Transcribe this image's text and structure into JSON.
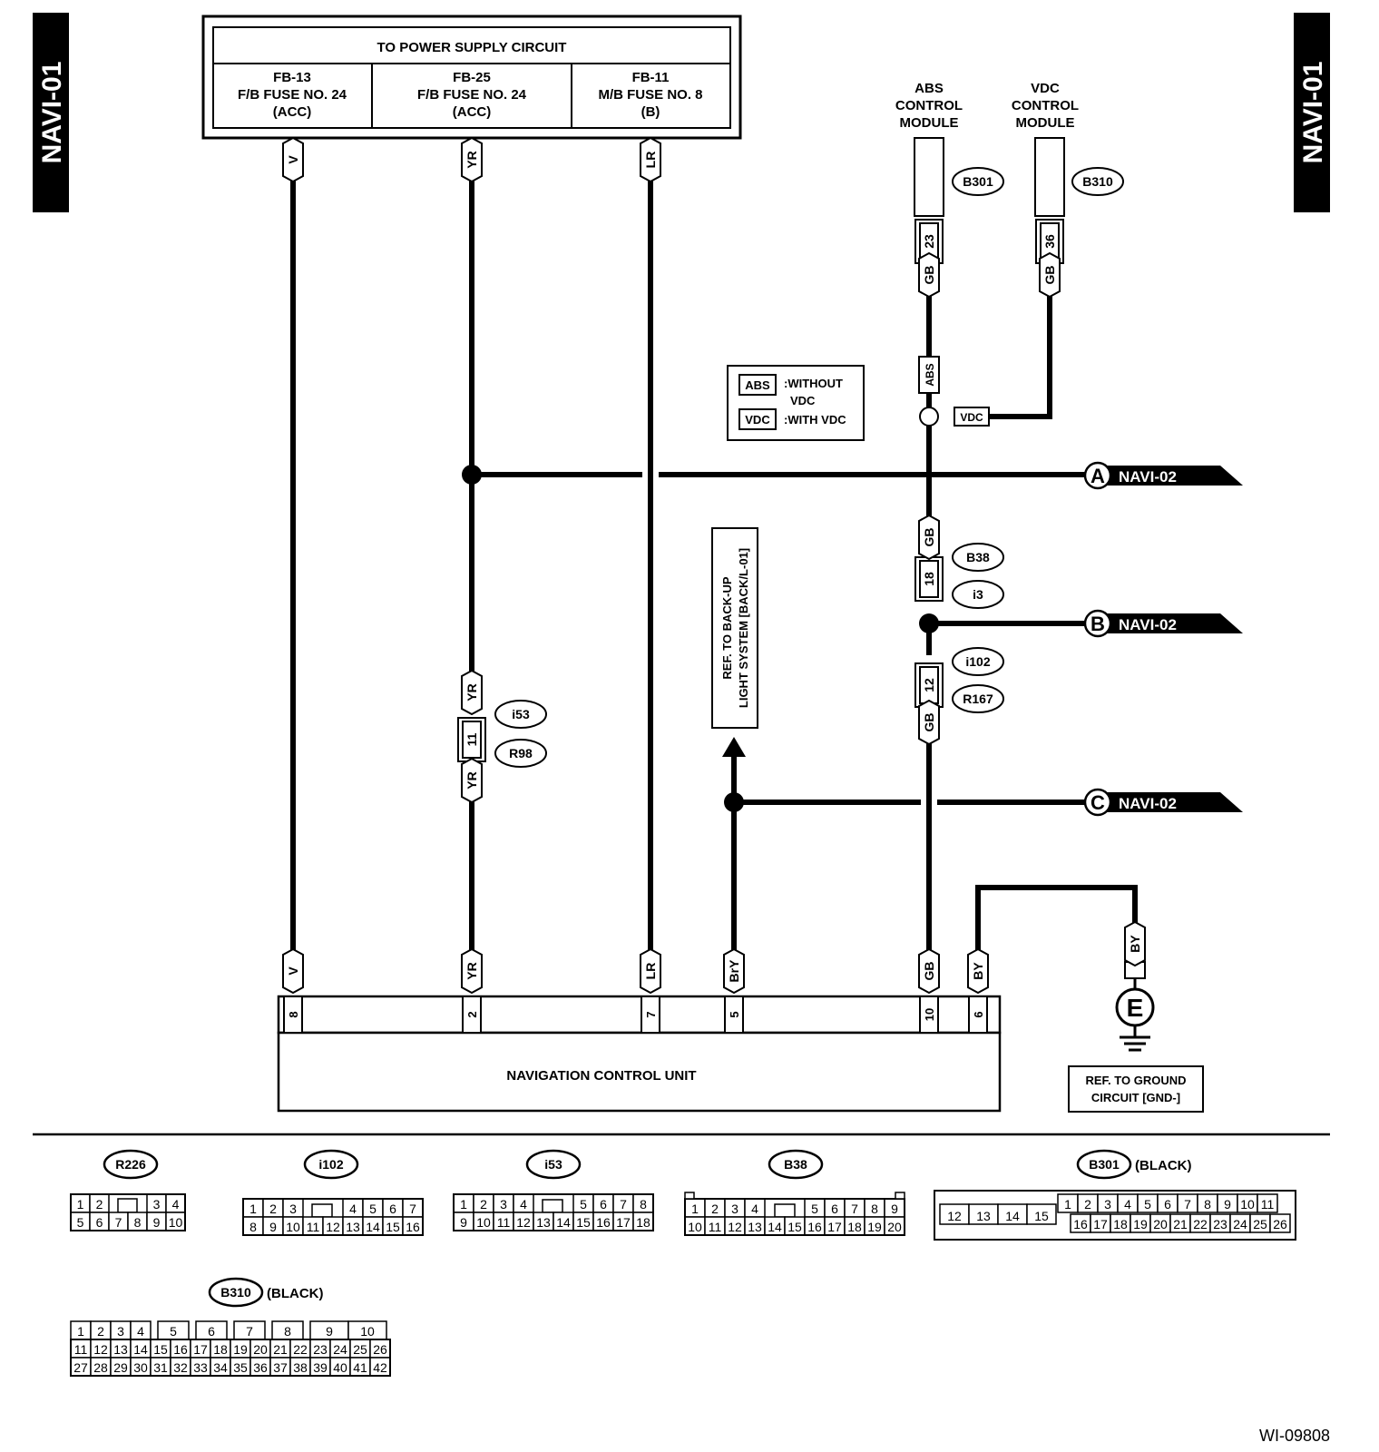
{
  "page_tab": "NAVI-01",
  "figure_id": "WI-09808",
  "power_supply": {
    "title": "TO POWER SUPPLY CIRCUIT",
    "fuses": [
      {
        "line1": "FB-13",
        "line2": "F/B FUSE NO. 24",
        "line3": "(ACC)"
      },
      {
        "line1": "FB-25",
        "line2": "F/B FUSE NO. 24",
        "line3": "(ACC)"
      },
      {
        "line1": "FB-11",
        "line2": "M/B FUSE NO. 8",
        "line3": "(B)"
      }
    ]
  },
  "modules": {
    "abs": {
      "line1": "ABS",
      "line2": "CONTROL",
      "line3": "MODULE",
      "connector": "B301",
      "pin": "23",
      "wire": "GB"
    },
    "vdc": {
      "line1": "VDC",
      "line2": "CONTROL",
      "line3": "MODULE",
      "connector": "B310",
      "pin": "36",
      "wire": "GB"
    }
  },
  "legend": {
    "abs_tag": "ABS",
    "abs_line1": ":WITHOUT",
    "abs_line2": "VDC",
    "vdc_tag": "VDC",
    "vdc_text": ":WITH VDC"
  },
  "inline_tags": {
    "abs": "ABS",
    "vdc": "VDC"
  },
  "offpage": [
    {
      "letter": "A",
      "ref": "NAVI-02"
    },
    {
      "letter": "B",
      "ref": "NAVI-02"
    },
    {
      "letter": "C",
      "ref": "NAVI-02"
    }
  ],
  "backup_ref": {
    "line1": "REF. TO BACK-UP",
    "line2": "LIGHT SYSTEM [BACK/L-01]"
  },
  "ground_ref": {
    "line1": "REF. TO GROUND",
    "line2": "CIRCUIT [GND-]",
    "symbol": "E",
    "wire": "BY"
  },
  "wires": {
    "v": "V",
    "yr": "YR",
    "lr": "LR",
    "bry": "BrY",
    "gb": "GB",
    "by": "BY"
  },
  "joints": {
    "i53_r98": {
      "pin": "11",
      "c1": "i53",
      "c2": "R98"
    },
    "b38_i3": {
      "pin": "18",
      "c1": "B38",
      "c2": "i3"
    },
    "i102_r167": {
      "pin": "12",
      "c1": "i102",
      "c2": "R167"
    }
  },
  "nav_unit": {
    "label": "NAVIGATION CONTROL UNIT",
    "connector": "R226",
    "pins": [
      "8",
      "2",
      "7",
      "5",
      "10",
      "6"
    ]
  },
  "connector_views": {
    "r226": {
      "name": "R226",
      "row1": [
        "1",
        "2",
        "3",
        "4"
      ],
      "row2": [
        "5",
        "6",
        "7",
        "8",
        "9",
        "10"
      ]
    },
    "i102": {
      "name": "i102",
      "row1": [
        "1",
        "2",
        "3",
        "4",
        "5",
        "6",
        "7"
      ],
      "row2": [
        "8",
        "9",
        "10",
        "11",
        "12",
        "13",
        "14",
        "15",
        "16"
      ]
    },
    "i53": {
      "name": "i53",
      "row1": [
        "1",
        "2",
        "3",
        "4",
        "5",
        "6",
        "7",
        "8"
      ],
      "row2": [
        "9",
        "10",
        "11",
        "12",
        "13",
        "14",
        "15",
        "16",
        "17",
        "18"
      ]
    },
    "b38": {
      "name": "B38",
      "row1": [
        "1",
        "2",
        "3",
        "4",
        "5",
        "6",
        "7",
        "8",
        "9"
      ],
      "row2": [
        "10",
        "11",
        "12",
        "13",
        "14",
        "15",
        "16",
        "17",
        "18",
        "19",
        "20"
      ]
    },
    "b301": {
      "name": "B301",
      "color": "(BLACK)",
      "left": [
        "12",
        "13",
        "14",
        "15"
      ],
      "row1": [
        "1",
        "2",
        "3",
        "4",
        "5",
        "6",
        "7",
        "8",
        "9",
        "10",
        "11"
      ],
      "row2": [
        "16",
        "17",
        "18",
        "19",
        "20",
        "21",
        "22",
        "23",
        "24",
        "25",
        "26"
      ]
    },
    "b310": {
      "name": "B310",
      "color": "(BLACK)",
      "row1": [
        "1",
        "2",
        "3",
        "4",
        "5",
        "6",
        "7",
        "8",
        "9",
        "10"
      ],
      "row2": [
        "11",
        "12",
        "13",
        "14",
        "15",
        "16",
        "17",
        "18",
        "19",
        "20",
        "21",
        "22",
        "23",
        "24",
        "25",
        "26"
      ],
      "row3": [
        "27",
        "28",
        "29",
        "30",
        "31",
        "32",
        "33",
        "34",
        "35",
        "36",
        "37",
        "38",
        "39",
        "40",
        "41",
        "42"
      ]
    }
  }
}
